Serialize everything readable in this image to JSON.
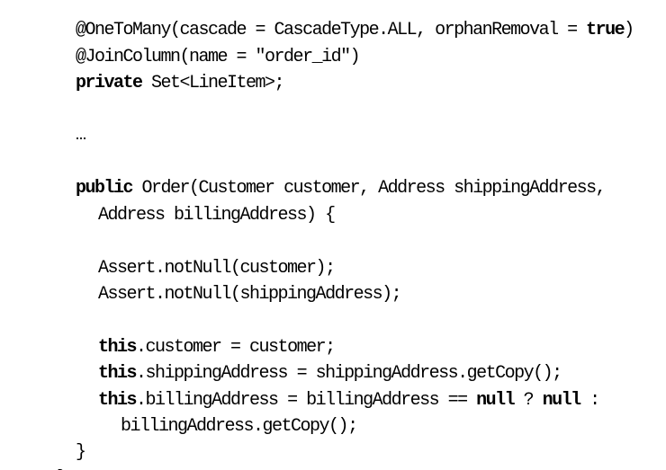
{
  "code": {
    "l1": {
      "a": "@OneToMany(cascade = CascadeType.ALL, orphanRemoval = ",
      "kw": "true",
      "b": ")"
    },
    "l2": {
      "a": "@JoinColumn(name = \"order_id\")"
    },
    "l3": {
      "kw": "private",
      "b": " Set<LineItem>;"
    },
    "l4": {
      "a": "…"
    },
    "l5": {
      "kw": "public",
      "b": " Order(Customer customer, Address shippingAddress,"
    },
    "l6": {
      "a": "Address billingAddress) {"
    },
    "l7": {
      "a": "Assert.notNull(customer);"
    },
    "l8": {
      "a": "Assert.notNull(shippingAddress);"
    },
    "l9": {
      "kw": "this",
      "b": ".customer = customer;"
    },
    "l10": {
      "kw": "this",
      "b": ".shippingAddress = shippingAddress.getCopy();"
    },
    "l11": {
      "kw1": "this",
      "b": ".billingAddress = billingAddress == ",
      "kw2": "null",
      "c": " ? ",
      "kw3": "null",
      "d": " :"
    },
    "l12": {
      "a": "billingAddress.getCopy();"
    },
    "l13": {
      "a": "}"
    },
    "l14": {
      "a": "}"
    }
  }
}
